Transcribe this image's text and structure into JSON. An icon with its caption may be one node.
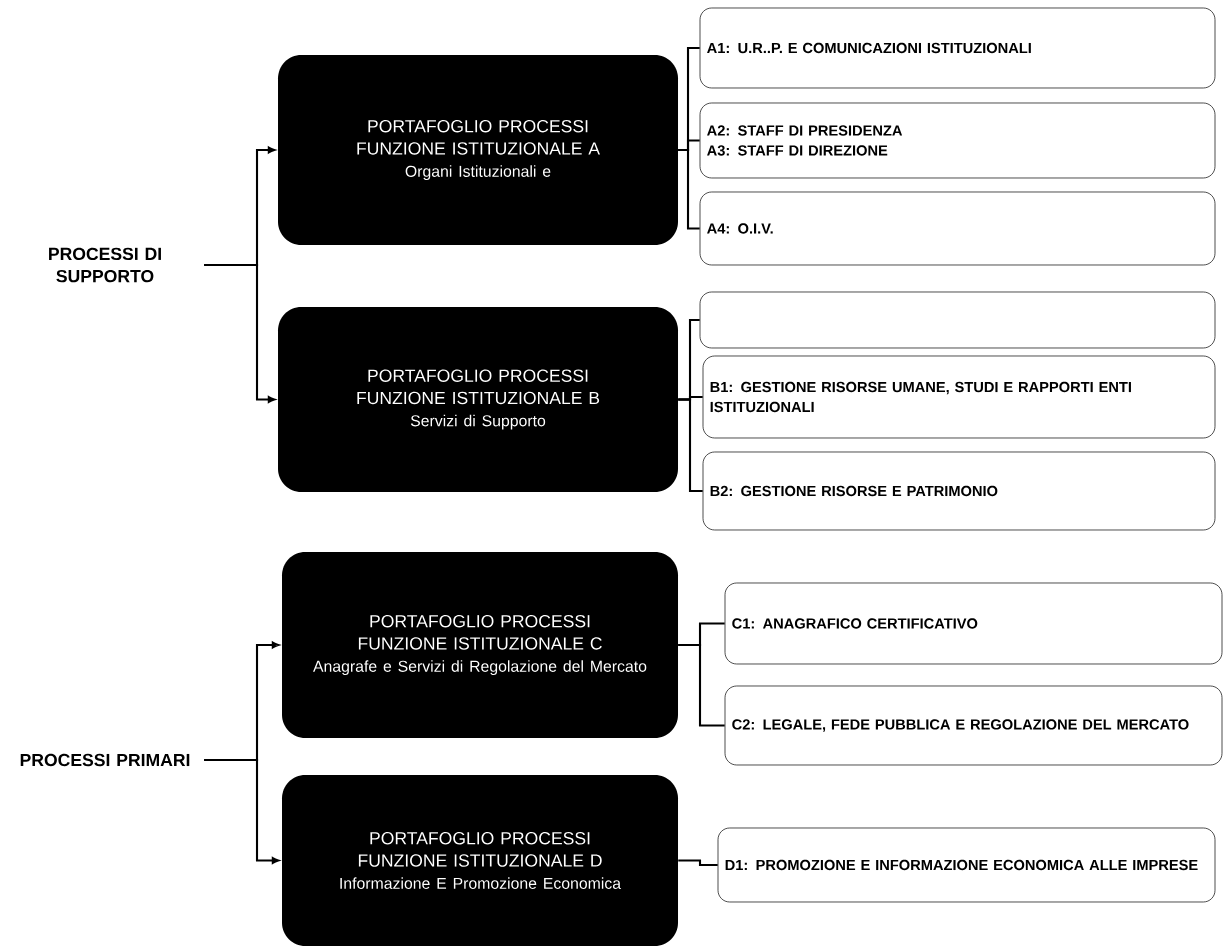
{
  "diagram": {
    "nodes": [
      {
        "text": [
          "PROCESSI DI SUPPORTO"
        ]
      },
      {
        "text": [
          "PORTAFOGLIO PROCESSI FUNZIONE ISTITUZIONALE A",
          "Organi Istituzionali e"
        ]
      },
      {
        "text": [
          "A1: U.R..P. E COMUNICAZIONI ISTITUZIONALI"
        ]
      },
      {
        "text": [
          "A2: STAFF DI PRESIDENZA",
          "A3: STAFF DI DIREZIONE"
        ]
      },
      {
        "text": [
          "A4: O.I.V."
        ]
      },
      {
        "text": [
          "PORTAFOGLIO PROCESSI FUNZIONE ISTITUZIONALE B",
          "Servizi di Supporto"
        ]
      },
      {
        "text": [],
        "shape": "box"
      },
      {
        "text": [
          "B1: GESTIONE RISORSE UMANE, STUDI E RAPPORTI ENTI ISTITUZIONALI"
        ]
      },
      {
        "text": [
          "B2: GESTIONE RISORSE E PATRIMONIO"
        ]
      },
      {
        "text": [
          "PROCESSI PRIMARI"
        ]
      },
      {
        "text": [
          "PORTAFOGLIO PROCESSI FUNZIONE ISTITUZIONALE C",
          "Anagrafe e Servizi di Regolazione del Mercato"
        ]
      },
      {
        "text": [
          "C1: ANAGRAFICO CERTIFICATIVO"
        ]
      },
      {
        "text": [
          "C2: LEGALE, FEDE PUBBLICA E REGOLAZIONE DEL MERCATO"
        ]
      },
      {
        "text": [
          "PORTAFOGLIO PROCESSI FUNZIONE ISTITUZIONALE D",
          "Informazione E Promozione Economica"
        ]
      },
      {
        "text": [
          "D1: PROMOZIONE E INFORMAZIONE ECONOMICA ALLE IMPRESE"
        ]
      }
    ],
    "edges": [
      {
        "from": 0,
        "to": 1,
        "arrow": "to"
      },
      {
        "from": 0,
        "to": 5,
        "arrow": "to"
      },
      {
        "from": 1,
        "to": 2,
        "arrow": "none"
      },
      {
        "from": 1,
        "to": 3,
        "arrow": "none"
      },
      {
        "from": 1,
        "to": 4,
        "arrow": "none"
      },
      {
        "from": 5,
        "to": 6,
        "arrow": "none"
      },
      {
        "from": 5,
        "to": 7,
        "arrow": "none"
      },
      {
        "from": 5,
        "to": 8,
        "arrow": "none"
      },
      {
        "from": 9,
        "to": 10,
        "arrow": "to"
      },
      {
        "from": 9,
        "to": 13,
        "arrow": "to"
      },
      {
        "from": 10,
        "to": 11,
        "arrow": "none"
      },
      {
        "from": 10,
        "to": 12,
        "arrow": "none"
      },
      {
        "from": 13,
        "to": 14,
        "arrow": "none"
      }
    ]
  }
}
